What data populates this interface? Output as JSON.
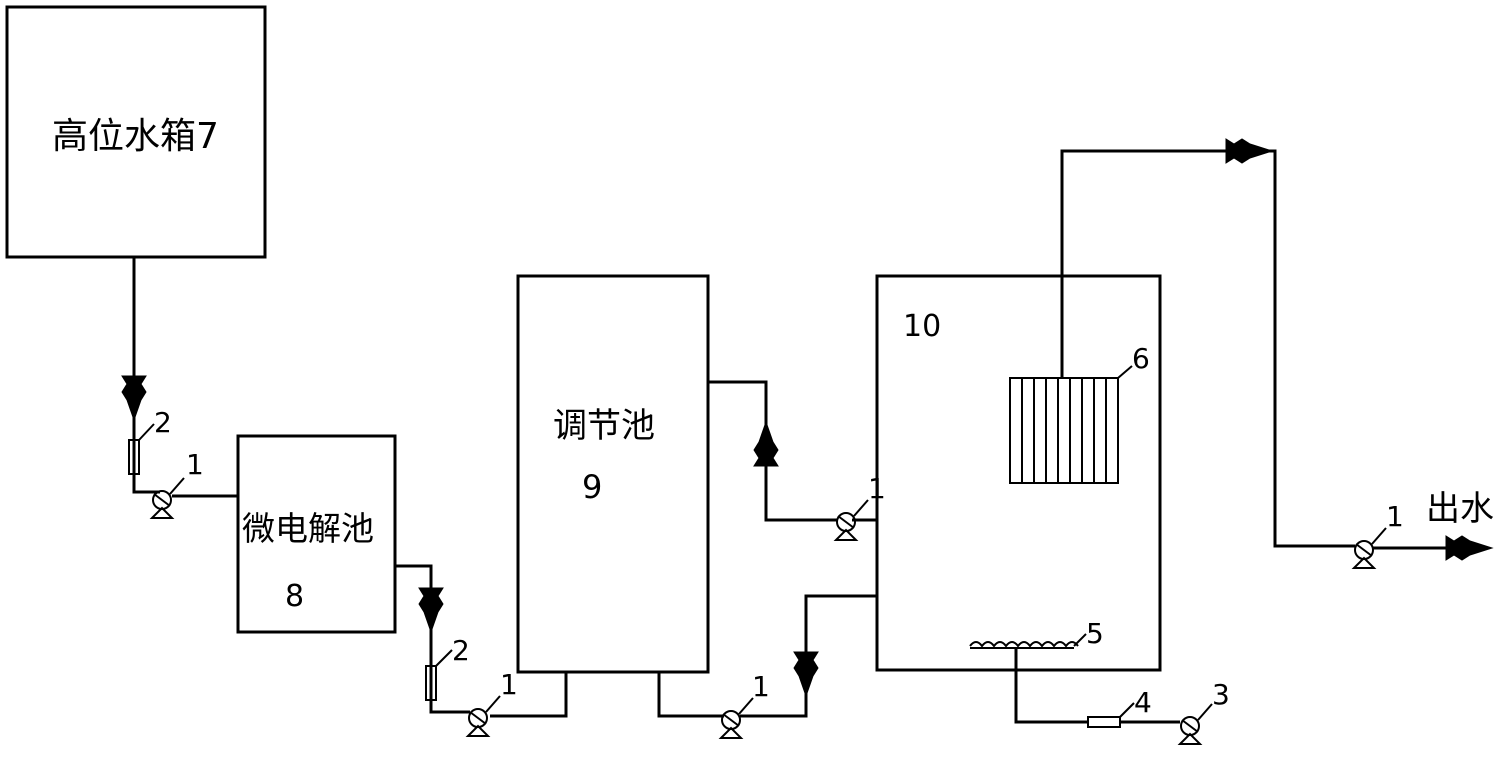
{
  "units": {
    "high_tank": {
      "label": "高位水箱7"
    },
    "micro_electrolysis": {
      "label": "微电解池",
      "number": "8"
    },
    "regulating_tank": {
      "label": "调节池",
      "number": "9"
    },
    "reactor": {
      "number": "10"
    },
    "membrane_module": {
      "number": "6"
    },
    "aerator": {
      "number": "5"
    },
    "flowmeter_air": {
      "number": "4"
    },
    "air_pump": {
      "number": "3"
    }
  },
  "pumps": [
    {
      "id": "pump-feed-1",
      "number": "1"
    },
    {
      "id": "pump-feed-2",
      "number": "1"
    },
    {
      "id": "pump-return",
      "number": "1"
    },
    {
      "id": "pump-transfer",
      "number": "1"
    },
    {
      "id": "pump-outlet",
      "number": "1"
    }
  ],
  "flowmeters": [
    {
      "id": "flowmeter-1",
      "number": "2"
    },
    {
      "id": "flowmeter-2",
      "number": "2"
    }
  ],
  "outlet_label": "出水"
}
